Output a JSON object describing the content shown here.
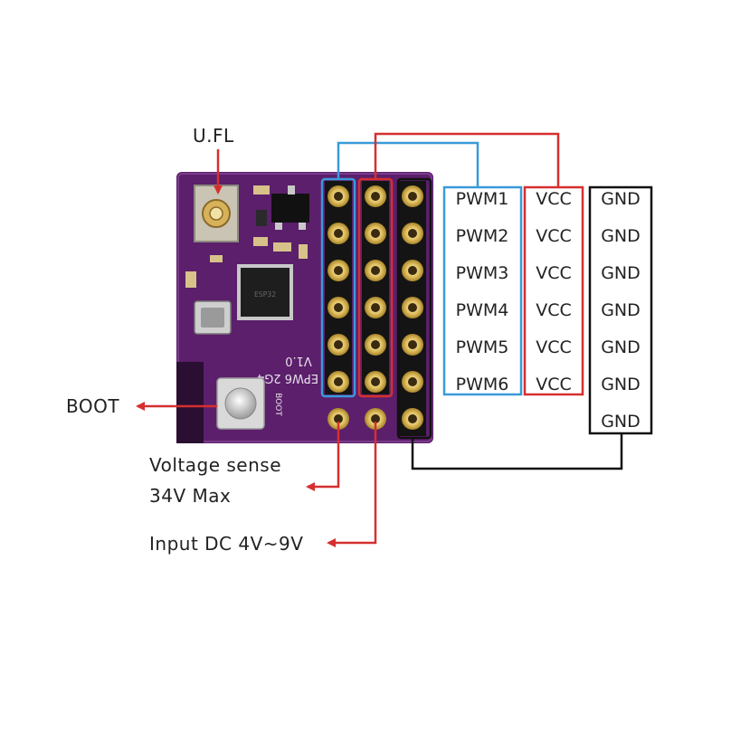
{
  "labels": {
    "ufl": "U.FL",
    "boot": "BOOT",
    "voltage_line1": "Voltage sense",
    "voltage_line2": "34V Max",
    "input_dc": "Input DC 4V~9V"
  },
  "board": {
    "silk_name": "EPW6 2G4",
    "silk_version": "V1.0",
    "silk_boot": "BOOT",
    "chip_text": "ESP32"
  },
  "pins": {
    "pwm": [
      "PWM1",
      "PWM2",
      "PWM3",
      "PWM4",
      "PWM5",
      "PWM6"
    ],
    "vcc": [
      "VCC",
      "VCC",
      "VCC",
      "VCC",
      "VCC",
      "VCC"
    ],
    "gnd": [
      "GND",
      "GND",
      "GND",
      "GND",
      "GND",
      "GND",
      "GND"
    ]
  },
  "colors": {
    "pcb": "#5b1f6b",
    "pwm_box": "#3a9ad9",
    "vcc_box": "#d62f2f",
    "gnd_box": "#111111",
    "arrow": "#d62f2f"
  }
}
